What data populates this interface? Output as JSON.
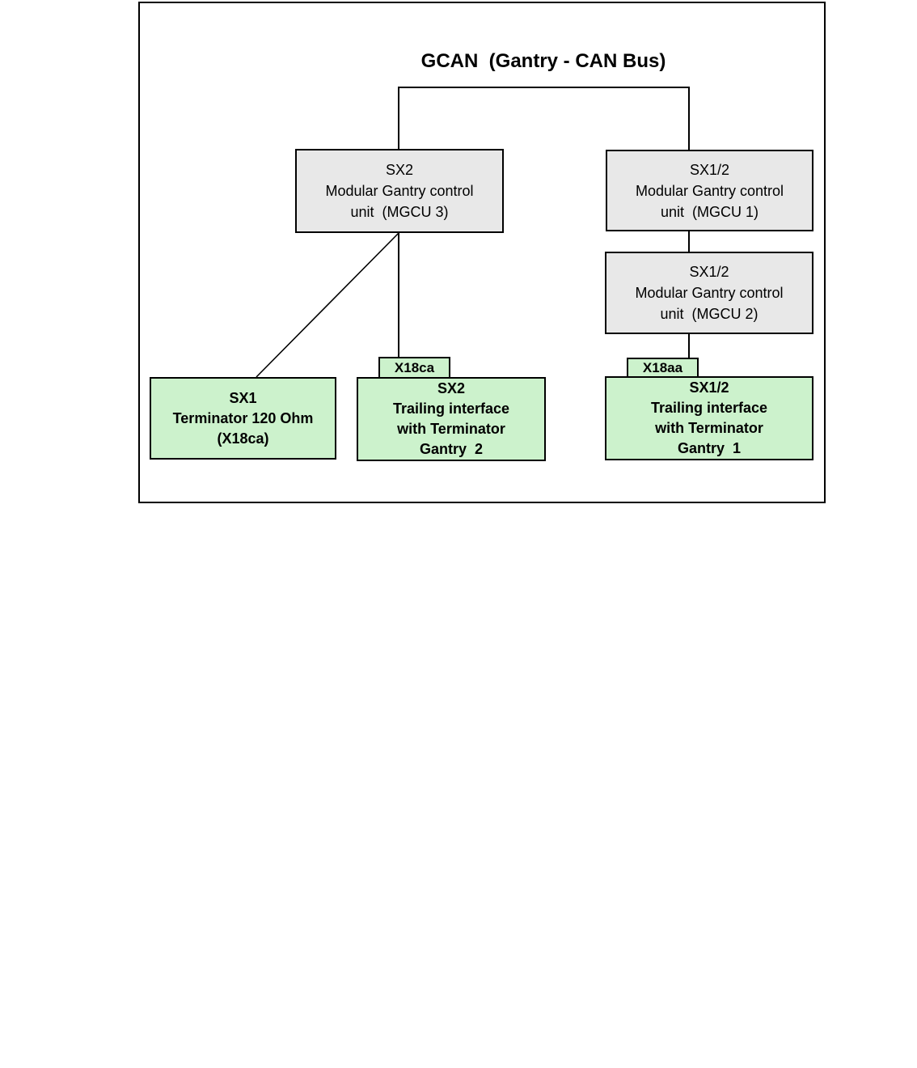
{
  "title": "GCAN  (Gantry - CAN Bus)",
  "colors": {
    "control_unit_fill": "#e8e8e8",
    "interface_fill": "#ccf2cc",
    "line_color": "#000000"
  },
  "nodes": {
    "mgcu3": {
      "lines": [
        "SX2",
        "Modular Gantry control",
        "unit  (MGCU 3)"
      ]
    },
    "mgcu1": {
      "lines": [
        "SX1/2",
        "Modular Gantry control",
        "unit  (MGCU 1)"
      ]
    },
    "mgcu2": {
      "lines": [
        "SX1/2",
        "Modular Gantry control",
        "unit  (MGCU 2)"
      ]
    },
    "sx1_terminator": {
      "lines": [
        "SX1",
        "Terminator 120 Ohm",
        "(X18ca)"
      ]
    },
    "gantry2_interface": {
      "connector_label": "X18ca",
      "lines": [
        "SX2",
        "Trailing interface",
        "with Terminator",
        "Gantry  2"
      ]
    },
    "gantry1_interface": {
      "connector_label": "X18aa",
      "lines": [
        "SX1/2",
        "Trailing interface",
        "with Terminator",
        "Gantry  1"
      ]
    }
  }
}
